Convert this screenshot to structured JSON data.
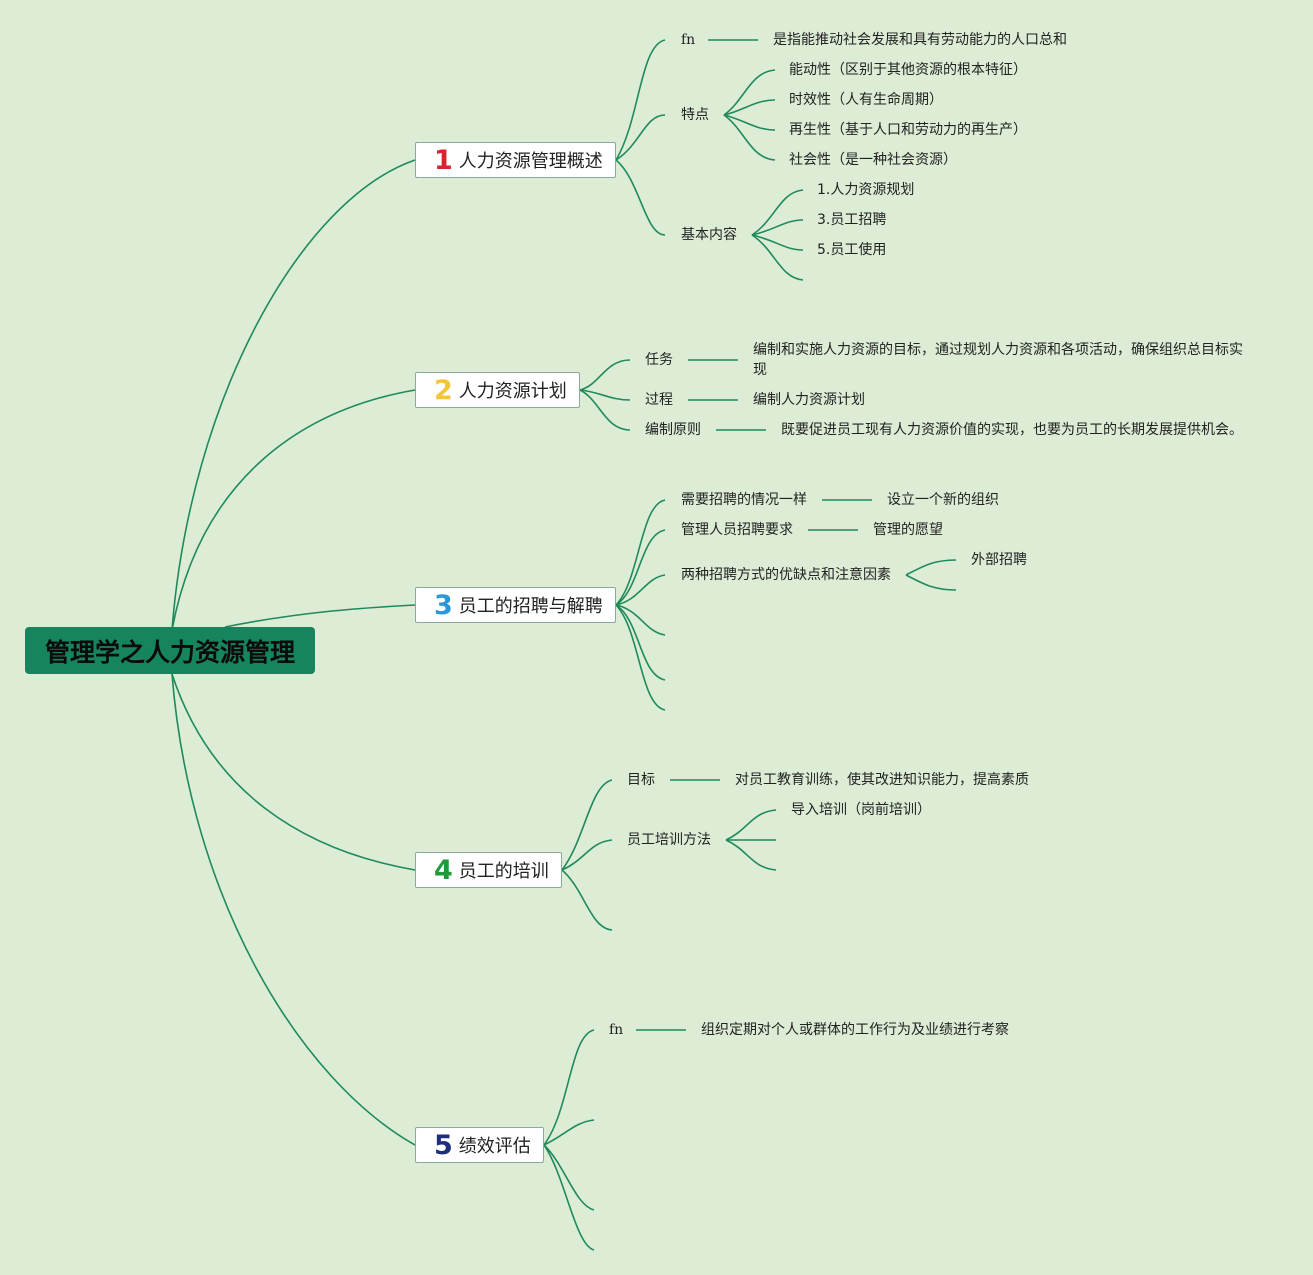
{
  "root": {
    "label": "管理学之人力资源管理"
  },
  "branches": [
    {
      "num": "1",
      "color": "#d9232e",
      "label": "人力资源管理概述"
    },
    {
      "num": "2",
      "color": "#f2c53a",
      "label": "人力资源计划"
    },
    {
      "num": "3",
      "color": "#2b97d6",
      "label": "员工的招聘与解聘"
    },
    {
      "num": "4",
      "color": "#1e9a3a",
      "label": "员工的培训"
    },
    {
      "num": "5",
      "color": "#1d2f7a",
      "label": "绩效评估"
    }
  ],
  "b1": {
    "fn": "fn",
    "fn_text": "是指能推动社会发展和具有劳动能力的人口总和",
    "features": "特点",
    "feature_items": [
      "能动性（区别于其他资源的根本特征）",
      "时效性（人有生命周期）",
      "再生性（基于人口和劳动力的再生产）",
      "社会性（是一种社会资源）"
    ],
    "content": "基本内容",
    "content_items": [
      "1.人力资源规划",
      "3.员工招聘",
      "5.员工使用"
    ]
  },
  "b2": {
    "task": "任务",
    "task_text": "编制和实施人力资源的目标，通过规划人力资源和各项活动，确保组织总目标实现",
    "process": "过程",
    "process_text": "编制人力资源计划",
    "principle": "编制原则",
    "principle_text": "既要促进员工现有人力资源价值的实现，也要为员工的长期发展提供机会。"
  },
  "b3": {
    "need": "需要招聘的情况一样",
    "need_text": "设立一个新的组织",
    "req": "管理人员招聘要求",
    "req_text": "管理的愿望",
    "ways": "两种招聘方式的优缺点和注意因素",
    "ways_item": "外部招聘"
  },
  "b4": {
    "goal": "目标",
    "goal_text": "对员工教育训练，使其改进知识能力，提高素质",
    "method": "员工培训方法",
    "method_item": "导入培训（岗前培训）"
  },
  "b5": {
    "fn": "fn",
    "fn_text": "组织定期对个人或群体的工作行为及业绩进行考察"
  }
}
